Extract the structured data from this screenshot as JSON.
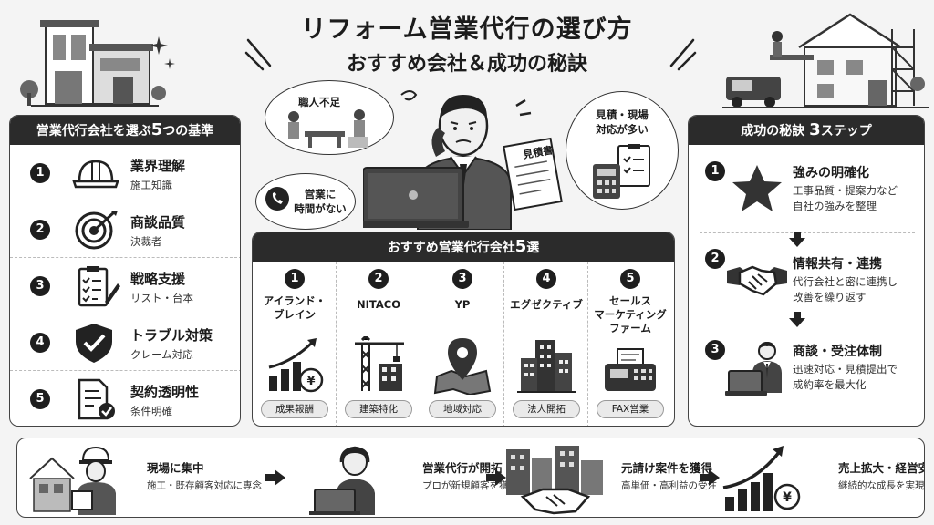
{
  "header": {
    "title_line1": "リフォーム営業代行の選び方",
    "title_line2": "おすすめ会社＆成功の秘訣"
  },
  "criteria": {
    "heading_pre": "営業代行会社を選ぶ",
    "heading_num": "5",
    "heading_post": "つの基準",
    "items": [
      {
        "num": "1",
        "title": "業界理解",
        "sub": "施工知識",
        "icon": "hardhat-icon"
      },
      {
        "num": "2",
        "title": "商談品質",
        "sub": "決裁者",
        "icon": "target-icon"
      },
      {
        "num": "3",
        "title": "戦略支援",
        "sub": "リスト・台本",
        "icon": "checklist-icon"
      },
      {
        "num": "4",
        "title": "トラブル対策",
        "sub": "クレーム対応",
        "icon": "shield-icon"
      },
      {
        "num": "5",
        "title": "契約透明性",
        "sub": "条件明確",
        "icon": "contract-icon"
      }
    ]
  },
  "problems": {
    "bubble_craftsman": "職人不足",
    "bubble_sales_time": "営業に\n時間がない",
    "bubble_estimate": "見積・現場\n対応が多い",
    "document_label": "見積書"
  },
  "companies": {
    "heading_pre": "おすすめ営業代行会社",
    "heading_num": "5",
    "heading_post": "選",
    "items": [
      {
        "num": "1",
        "name": "アイランド・\nブレイン",
        "tag": "成果報酬",
        "icon": "growth-chart-icon"
      },
      {
        "num": "2",
        "name": "NITACO",
        "tag": "建築特化",
        "icon": "crane-icon"
      },
      {
        "num": "3",
        "name": "YP",
        "tag": "地域対応",
        "icon": "map-pin-icon"
      },
      {
        "num": "4",
        "name": "エグゼクティブ",
        "tag": "法人開拓",
        "icon": "buildings-icon"
      },
      {
        "num": "5",
        "name": "セールス\nマーケティング\nファーム",
        "tag": "FAX営業",
        "icon": "fax-icon"
      }
    ]
  },
  "steps": {
    "heading_pre": "成功の秘訣 ",
    "heading_num": "3",
    "heading_post": "ステップ",
    "items": [
      {
        "num": "1",
        "title": "強みの明確化",
        "sub": "工事品質・提案力など\n自社の強みを整理",
        "icon": "star-icon"
      },
      {
        "num": "2",
        "title": "情報共有・連携",
        "sub": "代行会社と密に連携し\n改善を繰り返す",
        "icon": "handshake-icon"
      },
      {
        "num": "3",
        "title": "商談・受注体制",
        "sub": "迅速対応・見積提出で\n成約率を最大化",
        "icon": "businessman-laptop-icon"
      }
    ]
  },
  "flow": {
    "items": [
      {
        "title": "現場に集中",
        "sub": "施工・既存顧客対応に専念"
      },
      {
        "title": "営業代行が開拓",
        "sub": "プロが新規顧客を獲得"
      },
      {
        "title": "元請け案件を獲得",
        "sub": "高単価・高利益の受注"
      },
      {
        "title": "売上拡大・経営安定",
        "sub": "継続的な成長を実現"
      }
    ]
  },
  "currency_symbol": "¥"
}
